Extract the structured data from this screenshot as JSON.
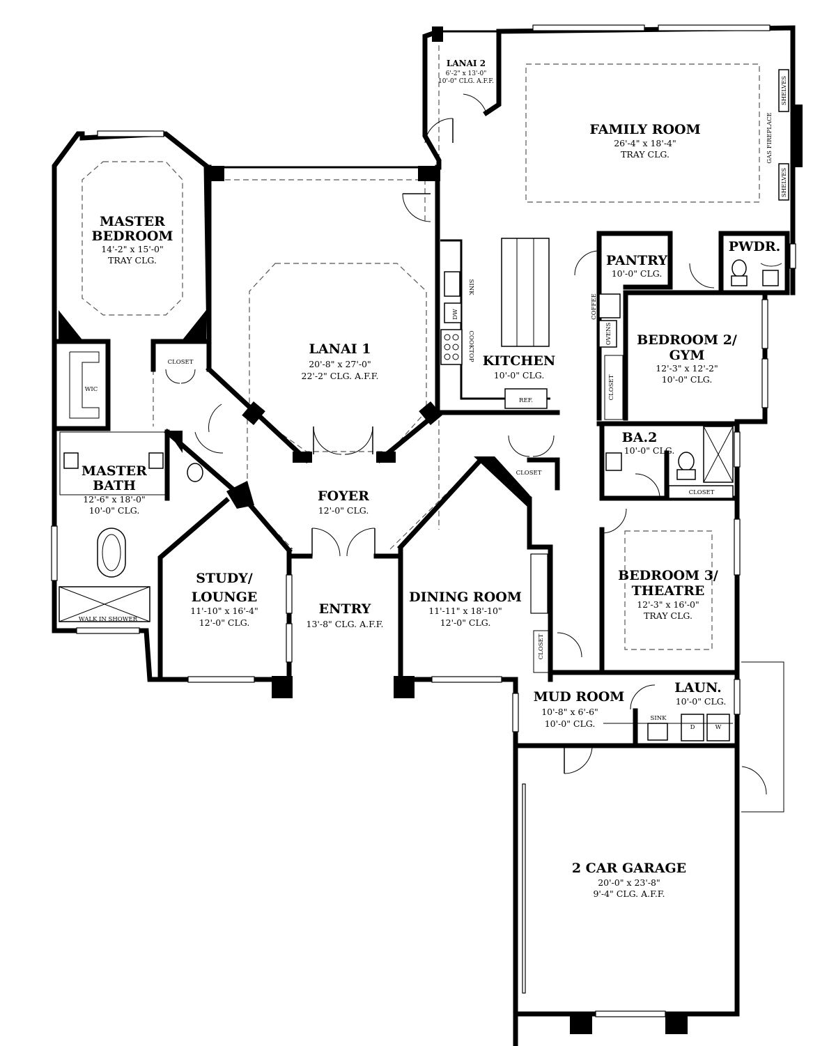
{
  "rooms": {
    "master_bedroom": {
      "name1": "MASTER",
      "name2": "BEDROOM",
      "dim": "14'-2\" x 15'-0\"",
      "clg": "TRAY CLG."
    },
    "lanai1": {
      "name": "LANAI 1",
      "dim": "20'-8\" x 27'-0\"",
      "clg": "22'-2\" CLG. A.F.F."
    },
    "lanai2": {
      "name": "LANAI 2",
      "dim": "6'-2\" x 13'-0\"",
      "clg": "10'-0\" CLG. A.F.F."
    },
    "family_room": {
      "name": "FAMILY ROOM",
      "dim": "26'-4\" x 18'-4\"",
      "clg": "TRAY CLG."
    },
    "pantry": {
      "name": "PANTRY",
      "clg": "10'-0\" CLG."
    },
    "powder": {
      "name": "PWDR."
    },
    "kitchen": {
      "name": "KITCHEN",
      "clg": "10'-0\" CLG."
    },
    "bedroom2": {
      "name1": "BEDROOM 2/",
      "name2": "GYM",
      "dim": "12'-3\" x 12'-2\"",
      "clg": "10'-0\" CLG."
    },
    "ba2": {
      "name": "BA.2",
      "clg": "10'-0\" CLG."
    },
    "master_bath": {
      "name1": "MASTER",
      "name2": "BATH",
      "dim": "12'-6\" x 18'-0\"",
      "clg": "10'-0\" CLG."
    },
    "foyer": {
      "name": "FOYER",
      "clg": "12'-0\" CLG."
    },
    "study": {
      "name1": "STUDY/",
      "name2": "LOUNGE",
      "dim": "11'-10\" x 16'-4\"",
      "clg": "12'-0\" CLG."
    },
    "entry": {
      "name": "ENTRY",
      "clg": "13'-8\" CLG. A.F.F."
    },
    "dining": {
      "name": "DINING ROOM",
      "dim": "11'-11\" x 18'-10\"",
      "clg": "12'-0\" CLG."
    },
    "bedroom3": {
      "name1": "BEDROOM 3/",
      "name2": "THEATRE",
      "dim": "12'-3\" x 16'-0\"",
      "clg": "TRAY CLG."
    },
    "mud_room": {
      "name": "MUD ROOM",
      "dim": "10'-8\" x 6'-6\"",
      "clg": "10'-0\" CLG."
    },
    "laundry": {
      "name": "LAUN.",
      "clg": "10'-0\" CLG."
    },
    "garage": {
      "name": "2 CAR GARAGE",
      "dim": "20'-0\" x 23'-8\"",
      "clg": "9'-4\" CLG. A.F.F."
    }
  },
  "labels": {
    "closet": "CLOSET",
    "wic": "WIC",
    "walk_in_shower": "WALK IN SHOWER",
    "sink": "SINK",
    "dw": "DW",
    "cooktop": "COOKTOP",
    "ref": "REF.",
    "coffee": "COFFEE",
    "ovens": "OVENS",
    "shelves": "SHELVES",
    "gas_fireplace": "GAS FIREPLACE",
    "dryer": "D",
    "washer": "W"
  }
}
